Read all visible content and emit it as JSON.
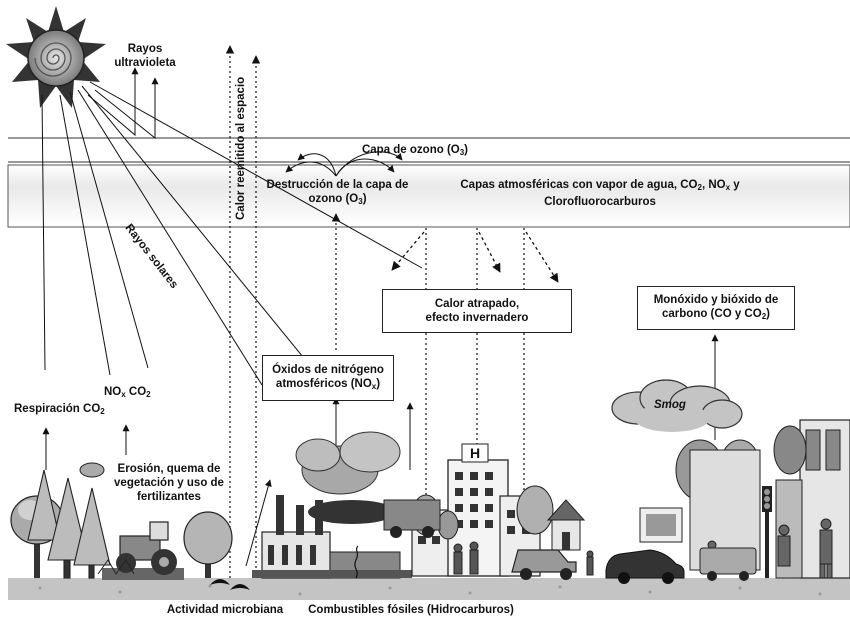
{
  "labels": {
    "rayos_uv_1": "Rayos",
    "rayos_uv_2": "ultravioleta",
    "calor_reemitido": "Calor reemitido al espacio",
    "capa_ozono": "Capa de ozono (O",
    "capa_ozono_sub": "3",
    "capa_ozono_end": ")",
    "destruccion_1": "Destrucción de la capa de",
    "destruccion_2": "ozono (O",
    "destruccion_2_sub": "3",
    "destruccion_2_end": ")",
    "capas_1": "Capas atmosféricas con vapor de agua, CO",
    "capas_1_sub": "2",
    "capas_1_mid": ", NO",
    "capas_1_sub2": "x",
    "capas_1_end": " y",
    "capas_2": "Clorofluorocarburos",
    "rayos_solares": "Rayos solares",
    "calor_atrapado_1": "Calor atrapado,",
    "calor_atrapado_2": "efecto invernadero",
    "monoxido_1": "Monóxido y bióxido de",
    "monoxido_2": "carbono (CO y CO",
    "monoxido_2_sub": "2",
    "monoxido_2_end": ")",
    "oxidos_1": "Óxidos de nitrógeno",
    "oxidos_2": "atmosféricos (NO",
    "oxidos_2_sub": "x",
    "oxidos_2_end": ")",
    "respiracion": "Respiración CO",
    "respiracion_sub": "2",
    "nox_co2_a": "NO",
    "nox_co2_sub": "x",
    "nox_co2_b": " CO",
    "nox_co2_sub2": "2",
    "erosion_1": "Erosión, quema de",
    "erosion_2": "vegetación y uso de",
    "erosion_3": "fertilizantes",
    "smog": "Smog",
    "actividad": "Actividad microbiana",
    "combustibles": "Combustibles fósiles (Hidrocarburos)"
  },
  "icons": [
    "sun-icon",
    "tree-icon",
    "tractor-icon",
    "factory-icon",
    "building-icon",
    "house-icon",
    "car-icon",
    "smog-cloud-icon",
    "traffic-light-icon",
    "bird-icon"
  ]
}
